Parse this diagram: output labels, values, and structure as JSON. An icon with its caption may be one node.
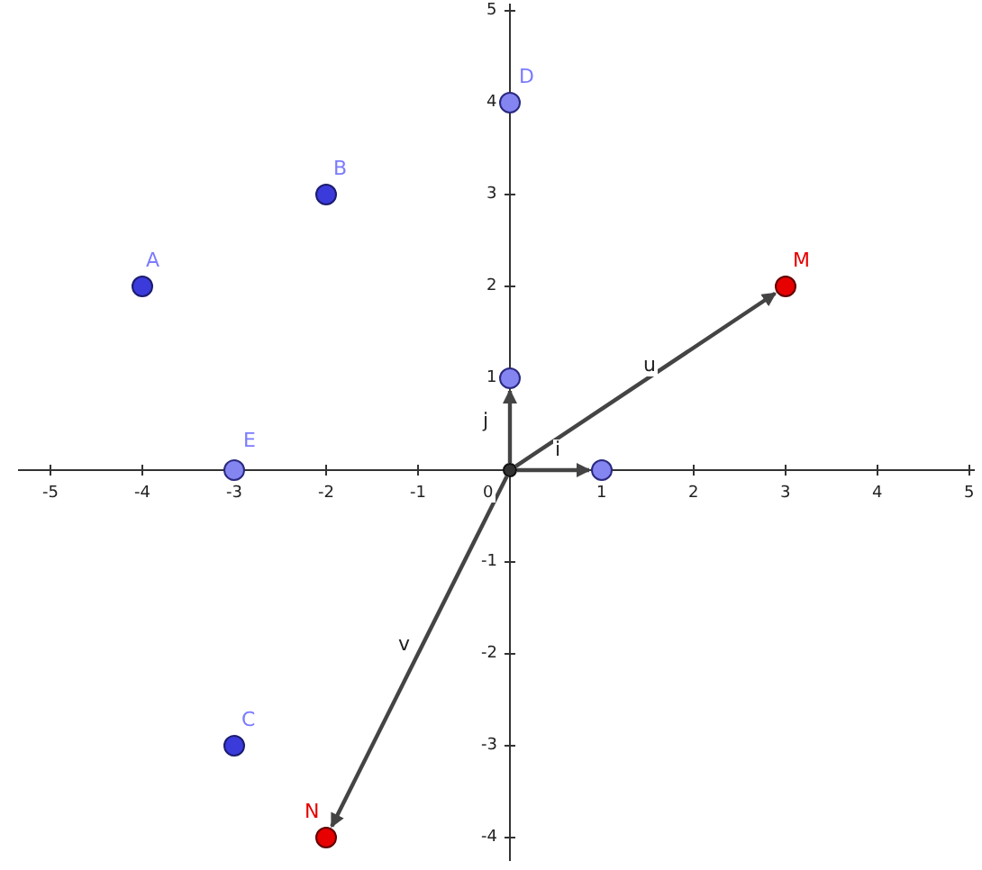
{
  "diagram": {
    "nodes": [
      {
        "text": [
          "D"
        ]
      },
      {
        "text": [
          "B"
        ]
      },
      {
        "text": [
          "A"
        ]
      },
      {
        "text": [
          "M"
        ]
      },
      {
        "text": [],
        "shape": "circle"
      },
      {
        "text": [
          "E"
        ]
      },
      {
        "text": [],
        "shape": "circle"
      },
      {
        "text": [],
        "shape": "circle"
      },
      {
        "text": [
          "C"
        ]
      },
      {
        "text": [
          "N"
        ]
      }
    ],
    "edges": [
      {
        "from": 6,
        "to": 3,
        "arrow": "to",
        "label": "u"
      },
      {
        "from": 6,
        "to": 4,
        "arrow": "to",
        "label": "j"
      },
      {
        "from": 6,
        "to": 7,
        "arrow": "to",
        "label": "i"
      },
      {
        "from": 6,
        "to": 9,
        "arrow": "to",
        "label": "v"
      }
    ],
    "labels": [
      "5",
      "4",
      "3",
      "2",
      "1",
      "-5",
      "-4",
      "-3",
      "-2",
      "-1",
      "0",
      "1",
      "2",
      "3",
      "4",
      "5",
      "-1",
      "-2",
      "-3",
      "-4"
    ]
  }
}
